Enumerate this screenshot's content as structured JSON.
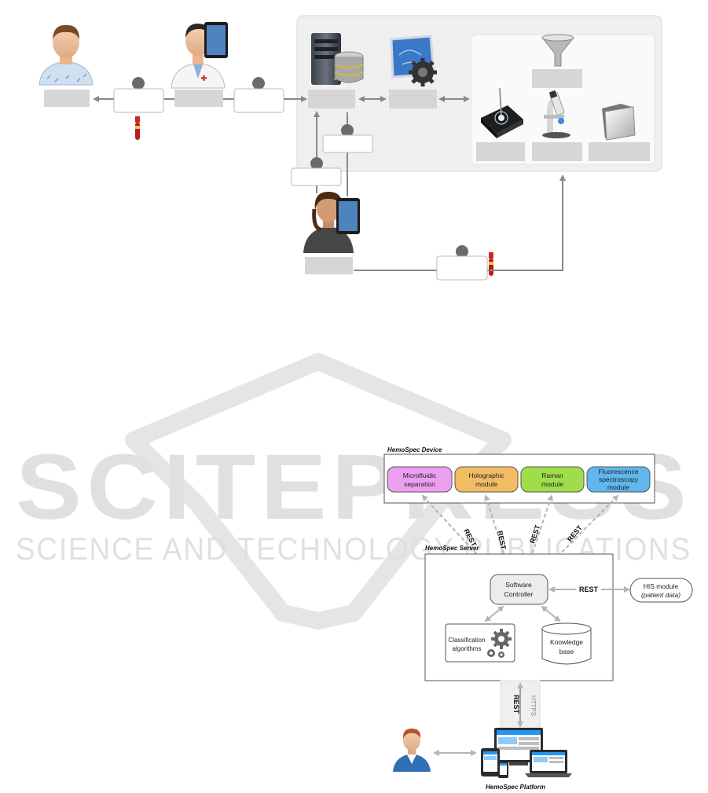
{
  "watermark": {
    "main": "SCITEPRESS",
    "sub": "SCIENCE AND TECHNOLOGY PUBLICATIONS"
  },
  "architecture": {
    "device": {
      "title": "HemoSpec Device",
      "modules": [
        {
          "line1": "Microfluidic",
          "line2": "separation",
          "line3": "",
          "color": "#ec9ff0"
        },
        {
          "line1": "Holographic",
          "line2": "module",
          "line3": "",
          "color": "#f2bd62"
        },
        {
          "line1": "Raman",
          "line2": "module",
          "line3": "",
          "color": "#9fde4a"
        },
        {
          "line1": "Fluorescence",
          "line2": "spectroscopy",
          "line3": "module",
          "color": "#5fb7ee"
        }
      ]
    },
    "server": {
      "title": "HemoSpec Server",
      "controller_line1": "Software",
      "controller_line2": "Controller",
      "classification_line1": "Classification",
      "classification_line2": "algorithms",
      "kb_line1": "Knowledge",
      "kb_line2": "base"
    },
    "his": {
      "line1": "HIS module",
      "line2": "(patient data)"
    },
    "links": {
      "rest": "REST",
      "https": "HTTPS"
    },
    "platform": {
      "title": "HemoSpec Platform"
    },
    "colors": {
      "arrow": "#aaaaaa",
      "panel": "#efefef",
      "label_box": "#d6d6d6"
    }
  }
}
